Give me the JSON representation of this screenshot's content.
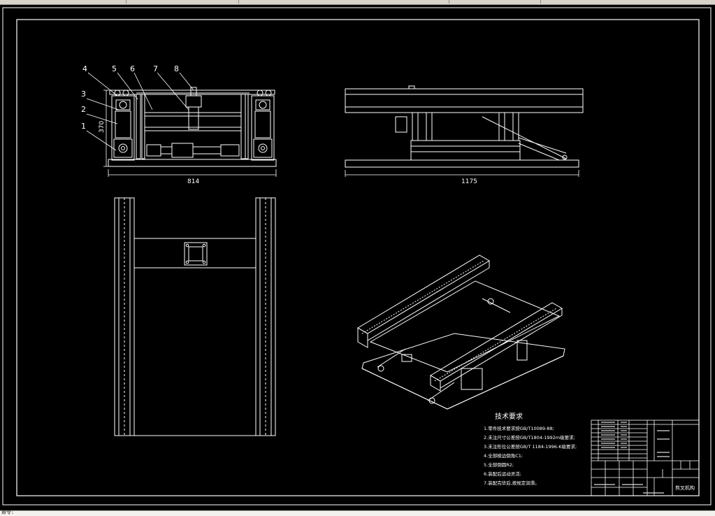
{
  "app": {
    "status_text": "命令:"
  },
  "drawing": {
    "front_view": {
      "balloons": [
        "1",
        "2",
        "3",
        "4",
        "5",
        "6",
        "7",
        "8"
      ],
      "width_dim": "814",
      "height_dim": "370"
    },
    "side_view": {
      "length_dim": "1175"
    },
    "tech_requirements": {
      "title": "技术要求",
      "items": [
        "1.零件技术要求按GB/T10089-88;",
        "2.未注尺寸公差按GB/T1804-1992m级要求;",
        "3.未注形位公差按GB/T 1184-1996-K级要求;",
        "4.全部棱边倒角C1;",
        "5.全部倒圆R2;",
        "6.装配后运动灵活;",
        "7.装配完毕后,按规定润滑。"
      ]
    },
    "title_block": {
      "drawing_name": "剪叉机构"
    }
  }
}
